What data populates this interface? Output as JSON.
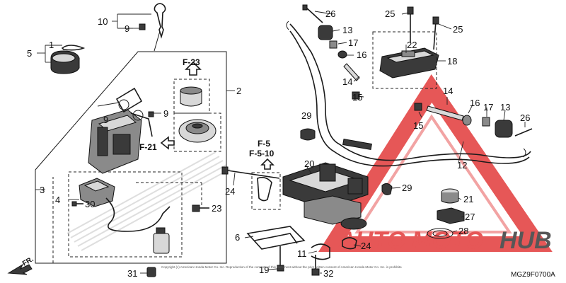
{
  "diagram": {
    "code": "MGZ9F0700A",
    "copyright": "Copyright (c) American Honda Motor Co. Inc. Reproduction of the contents of this document without the prior written consent of American Honda Motor Co. Inc. is prohibited.",
    "watermark": {
      "text_auto": "AUTO",
      "text_moto": "MOTO",
      "text_hub": "HUB",
      "accent_color": "#e23a3a"
    },
    "front_arrow": "FR.",
    "references": {
      "f23": "F-23",
      "f21": "F-21",
      "f5": "F-5",
      "f510": "F-5-10"
    },
    "callouts": {
      "c1": "1",
      "c2": "2",
      "c3": "3",
      "c4": "4",
      "c5": "5",
      "c6": "6",
      "c9a": "9",
      "c9b": "9",
      "c9c": "9",
      "c10": "10",
      "c11": "11",
      "c12": "12",
      "c13a": "13",
      "c13b": "13",
      "c14a": "14",
      "c14b": "14",
      "c15a": "15",
      "c15b": "15",
      "c16a": "16",
      "c16b": "16",
      "c17a": "17",
      "c17b": "17",
      "c18": "18",
      "c19": "19",
      "c20": "20",
      "c21": "21",
      "c22": "22",
      "c23": "23",
      "c24a": "24",
      "c24b": "24",
      "c25a": "25",
      "c25b": "25",
      "c26a": "26",
      "c26b": "26",
      "c27": "27",
      "c28": "28",
      "c29a": "29",
      "c29b": "29",
      "c30": "30",
      "c31": "31",
      "c32": "32"
    }
  }
}
